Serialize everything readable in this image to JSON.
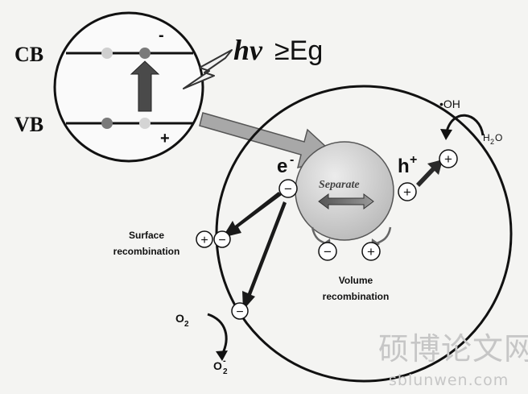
{
  "band": {
    "cb_label": "CB",
    "vb_label": "VB",
    "minus_sign": "-",
    "plus_sign": "+"
  },
  "excitation": {
    "h": "h",
    "nu": "v",
    "relation": "≥Eg"
  },
  "particle": {
    "electron_label": "e",
    "electron_sup": "-",
    "hole_label": "h",
    "hole_sup": "+",
    "separate_label": "Separate"
  },
  "surface_recombination": {
    "line1": "Surface",
    "line2": "recombination"
  },
  "volume_recombination": {
    "line1": "Volume",
    "line2": "recombination"
  },
  "reactions": {
    "oh_label": "•OH",
    "h2o_h": "H",
    "h2o_sub": "2",
    "h2o_o": "O",
    "o2_o": "O",
    "o2_sub": "2",
    "o2r_o": "O",
    "o2r_sup": "-",
    "o2r_sub": "2"
  },
  "charges": {
    "minus": "−",
    "plus": "+"
  },
  "watermark": {
    "cn": "硕博论文网",
    "url": "sblunwen.com"
  },
  "colors": {
    "ink": "#111111",
    "arrow_dark": "#2a2a2a",
    "arrow_gray": "#a6a6a6",
    "sphere": "#cfcfcf",
    "dot_dark": "#777777",
    "dot_light": "#cccccc",
    "watermark": "#c8c8c8"
  }
}
